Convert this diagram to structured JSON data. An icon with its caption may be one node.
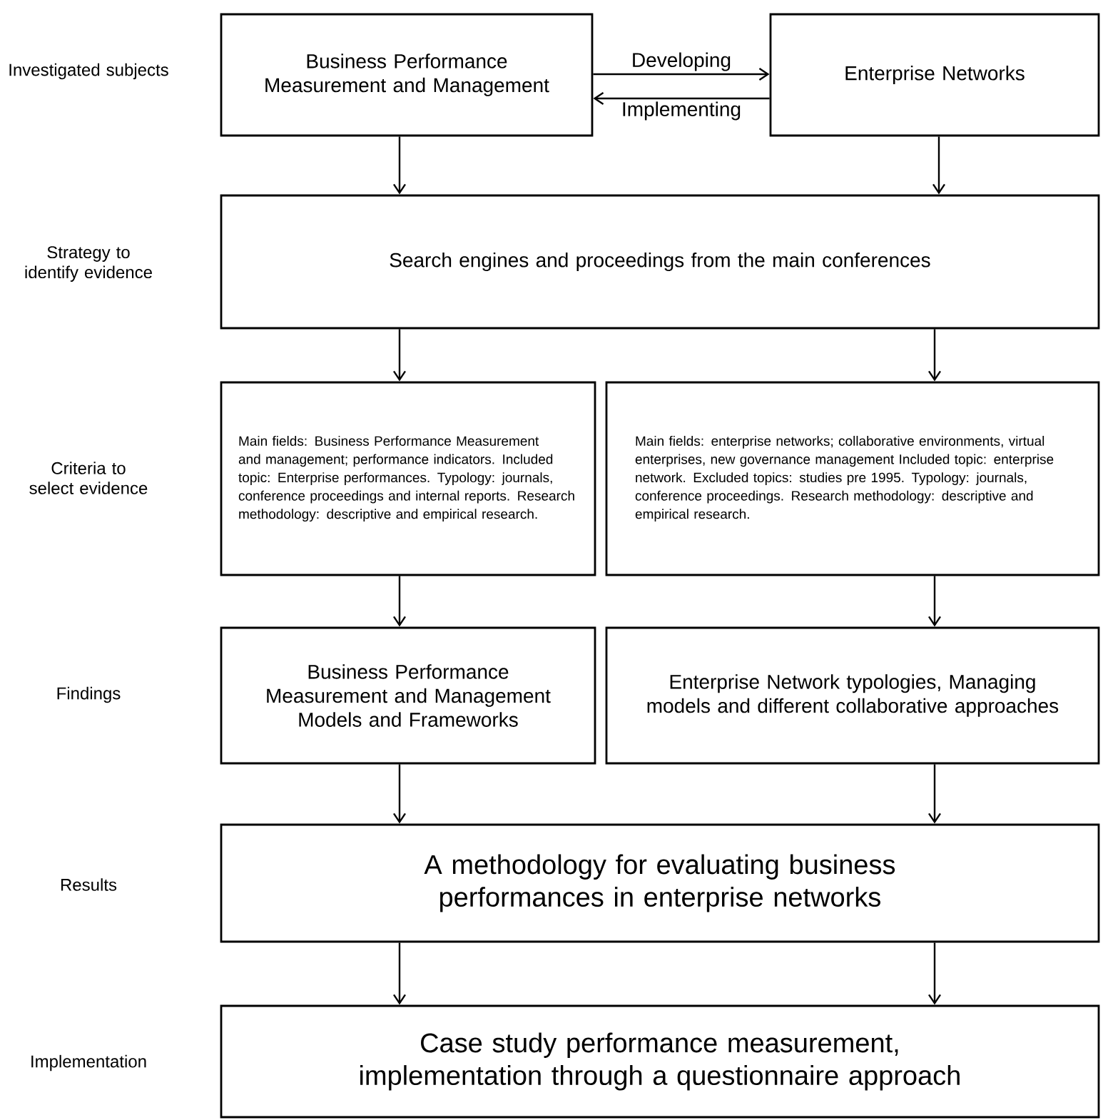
{
  "diagram": {
    "nodes": [
      {
        "text": [
          "Business Performance Measurement and Management"
        ]
      },
      {
        "text": [
          "Enterprise Networks"
        ]
      },
      {
        "text": [
          "Search engines and proceedings from the main conferences"
        ]
      },
      {
        "text": [
          "Main fields: Business Performance Measurement and management; performance indicators. Included topic: Enterprise performances. Typology: journals, conference proceedings and internal reports. Research methodology: descriptive and empirical research."
        ]
      },
      {
        "text": [
          "Main fields: enterprise networks; collaborative environments, virtual enterprises, new governance management Included topic: enterprise network. Excluded topics: studies pre 1995. Typology: journals, conference proceedings. Research methodology: descriptive and empirical research."
        ]
      },
      {
        "text": [
          "Business Performance Measurement and Management Models and Frameworks"
        ]
      },
      {
        "text": [
          "Enterprise Network typologies, Managing models and different collaborative approaches"
        ]
      },
      {
        "text": [
          "A methodology for evaluating business performances in enterprise networks"
        ]
      },
      {
        "text": [
          "Case study performance measurement, implementation through a questionnaire approach"
        ]
      }
    ],
    "edges": [
      {
        "from": 0,
        "to": 1,
        "arrow": "to",
        "label": "Developing"
      },
      {
        "from": 1,
        "to": 0,
        "arrow": "to",
        "label": "Implementing"
      },
      {
        "from": 0,
        "to": 2,
        "arrow": "to"
      },
      {
        "from": 1,
        "to": 2,
        "arrow": "to"
      },
      {
        "from": 2,
        "to": 3,
        "arrow": "to"
      },
      {
        "from": 2,
        "to": 4,
        "arrow": "to"
      },
      {
        "from": 3,
        "to": 5,
        "arrow": "to"
      },
      {
        "from": 4,
        "to": 6,
        "arrow": "to"
      },
      {
        "from": 5,
        "to": 7,
        "arrow": "to"
      },
      {
        "from": 6,
        "to": 7,
        "arrow": "to"
      },
      {
        "from": 7,
        "to": 8,
        "arrow": "to"
      },
      {
        "from": 7,
        "to": 8,
        "arrow": "to"
      }
    ],
    "labels": [
      "Investigated subjects",
      "Strategy to identify evidence",
      "Criteria to select evidence",
      "Findings",
      "Results",
      "Implementation"
    ]
  }
}
